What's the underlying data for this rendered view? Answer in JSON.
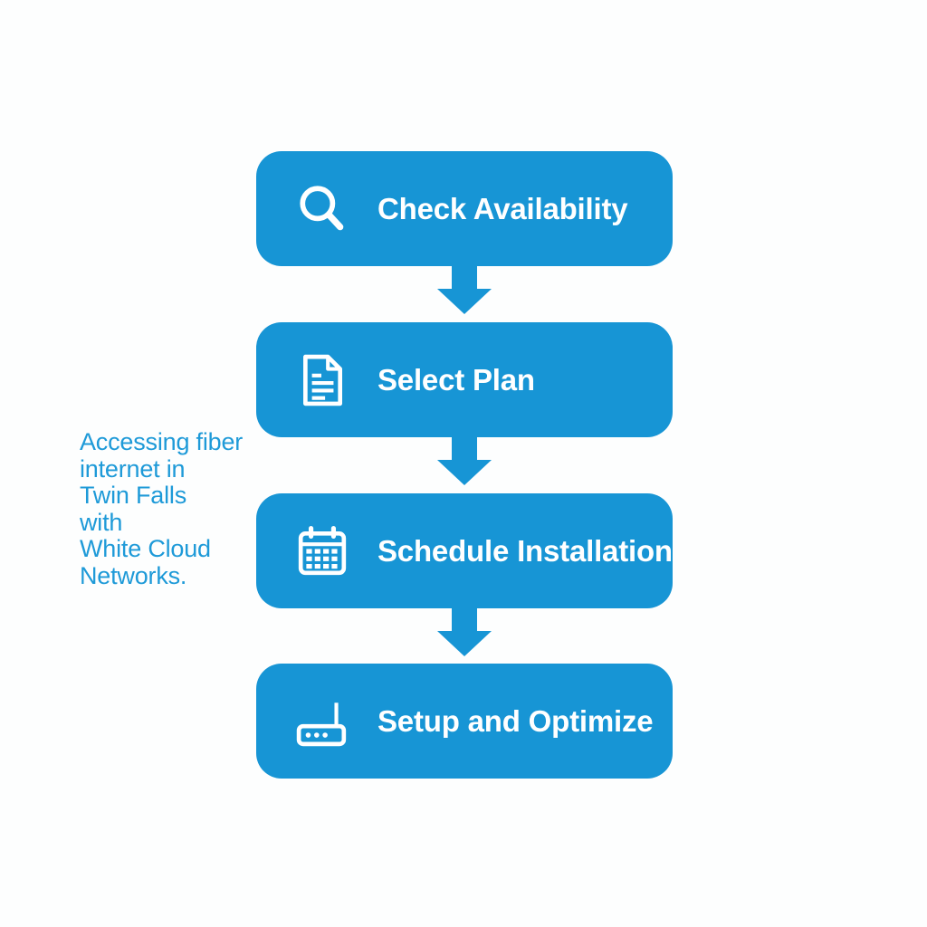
{
  "caption": {
    "full_text": "Accessing fiber internet in Twin Falls with White Cloud Networks.",
    "lines": [
      "Accessing fiber",
      "internet in",
      "Twin Falls",
      "with",
      "White Cloud",
      "Networks."
    ]
  },
  "flow": {
    "steps": [
      {
        "label": "Check Availability",
        "icon": "search-icon"
      },
      {
        "label": "Select Plan",
        "icon": "document-icon"
      },
      {
        "label": "Schedule Installation",
        "icon": "calendar-icon"
      },
      {
        "label": "Setup and Optimize",
        "icon": "router-icon"
      }
    ]
  },
  "colors": {
    "accent": "#1795d5",
    "caption_text": "#1e9ad8",
    "step_text": "#ffffff",
    "background": "#fdfefe"
  }
}
